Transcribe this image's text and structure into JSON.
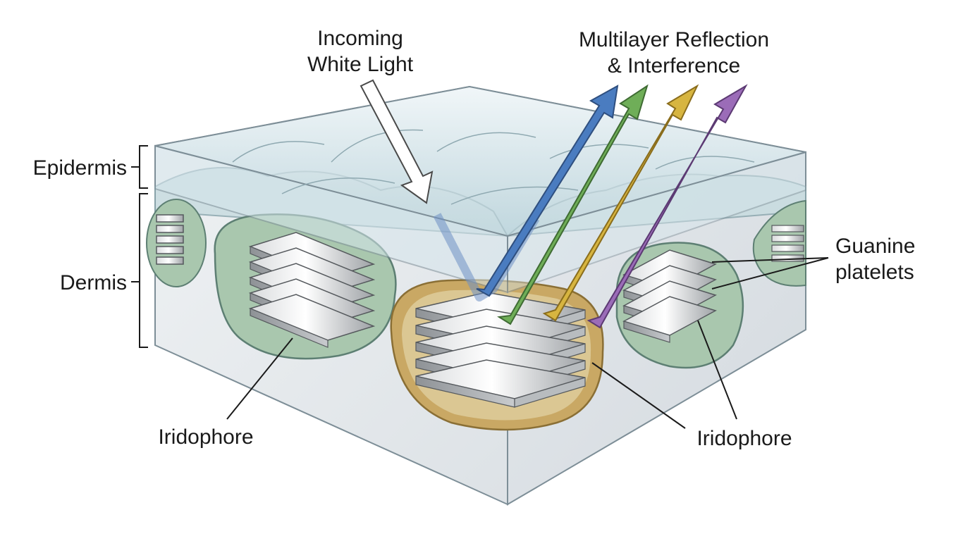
{
  "labels": {
    "incoming_line1": "Incoming",
    "incoming_line2": "White Light",
    "reflection_line1": "Multilayer Reflection",
    "reflection_line2": "& Interference",
    "epidermis": "Epidermis",
    "dermis": "Dermis",
    "guanine_line1": "Guanine",
    "guanine_line2": "platelets",
    "iridophore_left": "Iridophore",
    "iridophore_right": "Iridophore"
  },
  "colors": {
    "incoming_light": "#ffffff",
    "reflected": [
      "#4a7cc0",
      "#6fae58",
      "#d7b540",
      "#9b6cb8"
    ],
    "iridophore_cell": "#a9c7ae",
    "iridophore_cell_gold": "#c9a864",
    "platelet": "#c2c5c8",
    "epidermis": "#cfe0e6",
    "dermis_body": "#e8ecef"
  },
  "icons": {
    "incoming_arrow": "arrow-down-right",
    "reflected_arrows": "arrow-up-right"
  }
}
